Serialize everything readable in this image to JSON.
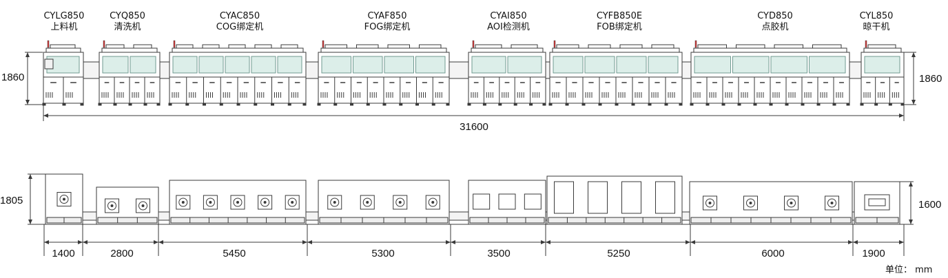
{
  "machines": [
    {
      "model": "CYLG850",
      "name": "上料机",
      "width": "1400"
    },
    {
      "model": "CYQ850",
      "name": "清洗机",
      "width": "2800"
    },
    {
      "model": "CYAC850",
      "name": "COG绑定机",
      "width": "5450"
    },
    {
      "model": "CYAF850",
      "name": "FOG绑定机",
      "width": "5300"
    },
    {
      "model": "CYAI850",
      "name": "AOI检测机",
      "width": "3500"
    },
    {
      "model": "CYFB850E",
      "name": "FOB绑定机",
      "width": "5250"
    },
    {
      "model": "CYD850",
      "name": "点胶机",
      "width": "6000"
    },
    {
      "model": "CYL850",
      "name": "晾干机",
      "width": "1900"
    }
  ],
  "front_view": {
    "height_left": "1860",
    "height_right": "1860",
    "total_length": "31600"
  },
  "top_view": {
    "height_left": "1805",
    "height_right": "1600"
  },
  "unit_label": "单位： mm",
  "colors": {
    "line": "#3a3a3a",
    "window": "#dceee9",
    "window_stroke": "#6f9a90"
  }
}
